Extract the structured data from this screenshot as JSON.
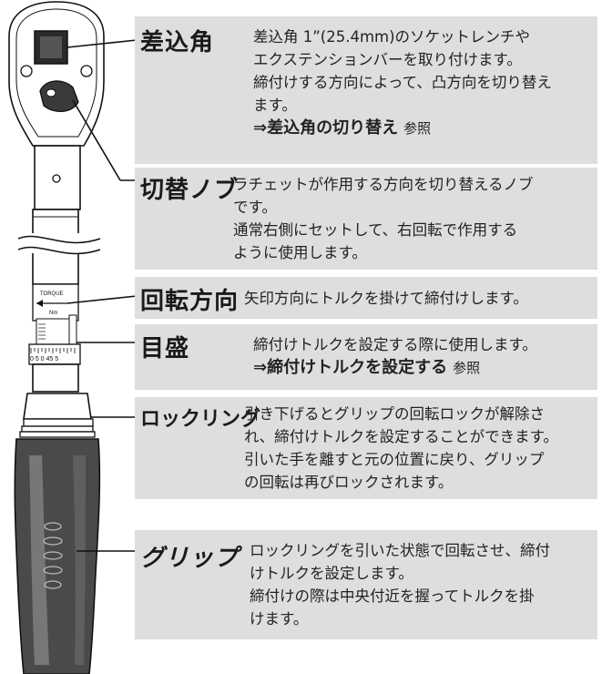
{
  "sections": [
    {
      "term": "差込角",
      "lines": [
        "差込角 1”(25.4mm)のソケットレンチや",
        "エクステンションバーを取り付けます。",
        "締付けする方向によって、凸方向を切り替え",
        "ます。"
      ],
      "ref_bold": "⇒差込角の切り替え",
      "ref_suffix": "参照"
    },
    {
      "term": "切替ノブ",
      "lines": [
        "ラチェットが作用する方向を切り替えるノブ",
        "です。",
        "通常右側にセットして、右回転で作用する",
        "ように使用します。"
      ]
    },
    {
      "term": "回転方向",
      "lines": [
        "矢印方向にトルクを掛けて締付けします。"
      ]
    },
    {
      "term": "目盛",
      "lines": [
        "締付けトルクを設定する際に使用します。"
      ],
      "ref_bold": "⇒締付けトルクを設定する",
      "ref_suffix": "参照"
    },
    {
      "term": "ロックリング",
      "lines": [
        "引き下げるとグリップの回転ロックが解除さ",
        "れ、締付けトルクを設定することができます。",
        "引いた手を離すと元の位置に戻り、グリップ",
        "の回転は再びロックされます。"
      ]
    },
    {
      "term": "グリップ",
      "lines": [
        "ロックリングを引いた状態で回転させ、締付",
        "けトルクを設定します。",
        "締付けの際は中央付近を握ってトルクを掛",
        "けます。"
      ]
    }
  ],
  "scale": {
    "torque_label": "TORQUE",
    "unit": "Nm",
    "numbers": "0 5  0  45 5"
  }
}
